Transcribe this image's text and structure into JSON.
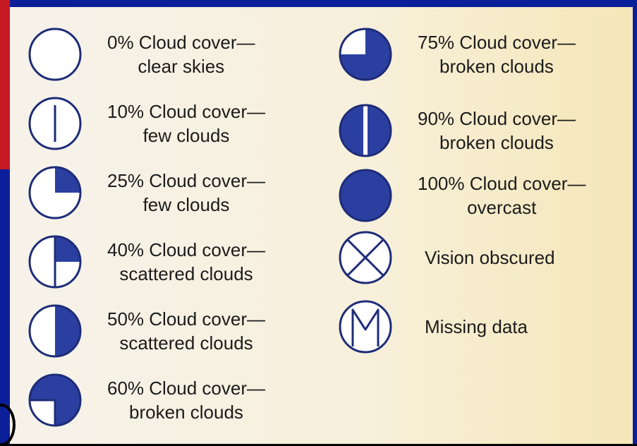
{
  "colors": {
    "fill": "#2b3fa0",
    "stroke": "#1e2c78",
    "panel": "#f7f0dc",
    "frame": "#0b1f9a"
  },
  "legend": [
    {
      "symbol": "clear-icon",
      "percent": 0,
      "line1": "0% Cloud cover—",
      "line2": "clear skies"
    },
    {
      "symbol": "few-10-icon",
      "percent": 10,
      "line1": "10% Cloud cover—",
      "line2": "few clouds"
    },
    {
      "symbol": "few-25-icon",
      "percent": 25,
      "line1": "25% Cloud cover—",
      "line2": "few clouds"
    },
    {
      "symbol": "scattered-40-icon",
      "percent": 40,
      "line1": "40% Cloud cover—",
      "line2": "scattered clouds"
    },
    {
      "symbol": "scattered-50-icon",
      "percent": 50,
      "line1": "50% Cloud cover—",
      "line2": "scattered clouds"
    },
    {
      "symbol": "broken-60-icon",
      "percent": 60,
      "line1": "60% Cloud cover—",
      "line2": "broken clouds"
    },
    {
      "symbol": "broken-75-icon",
      "percent": 75,
      "line1": "75% Cloud cover—",
      "line2": "broken clouds"
    },
    {
      "symbol": "broken-90-icon",
      "percent": 90,
      "line1": "90% Cloud cover—",
      "line2": "broken clouds"
    },
    {
      "symbol": "overcast-icon",
      "percent": 100,
      "line1": "100% Cloud cover—",
      "line2": "overcast"
    },
    {
      "symbol": "vision-obscured-icon",
      "line1": "Vision obscured"
    },
    {
      "symbol": "missing-data-icon",
      "line1": "Missing data"
    }
  ]
}
